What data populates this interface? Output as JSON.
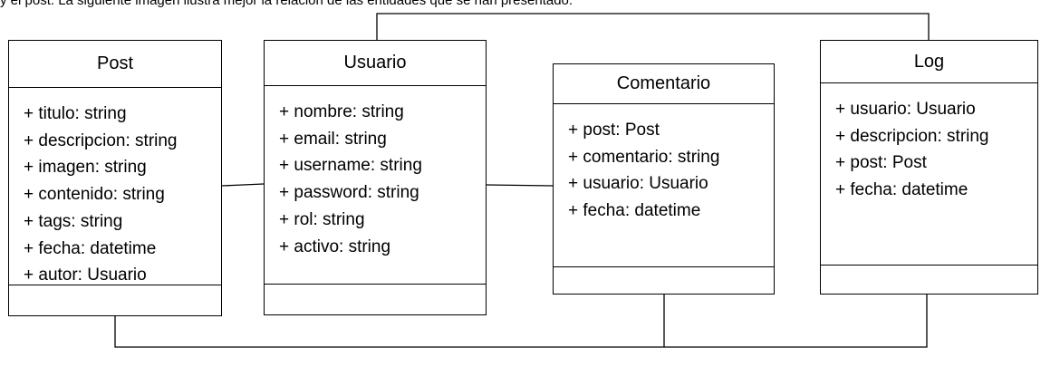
{
  "page": {
    "partial_text": "y el post. La siguiente imagen ilustra mejor la relación de las entidades que se han presentado."
  },
  "classes": [
    {
      "name": "Post",
      "attributes": [
        "+ titulo: string",
        "+ descripcion: string",
        "+ imagen: string",
        "+ contenido: string",
        "+ tags: string",
        "+ fecha: datetime",
        "+ autor: Usuario"
      ]
    },
    {
      "name": "Usuario",
      "attributes": [
        "+ nombre: string",
        "+ email: string",
        "+ username: string",
        "+ password: string",
        "+ rol: string",
        "+ activo: string"
      ]
    },
    {
      "name": "Comentario",
      "attributes": [
        "+ post: Post",
        "+ comentario: string",
        "+ usuario: Usuario",
        "+ fecha: datetime"
      ]
    },
    {
      "name": "Log",
      "attributes": [
        "+ usuario: Usuario",
        "+ descripcion: string",
        "+ post: Post",
        "+ fecha: datetime"
      ]
    }
  ]
}
